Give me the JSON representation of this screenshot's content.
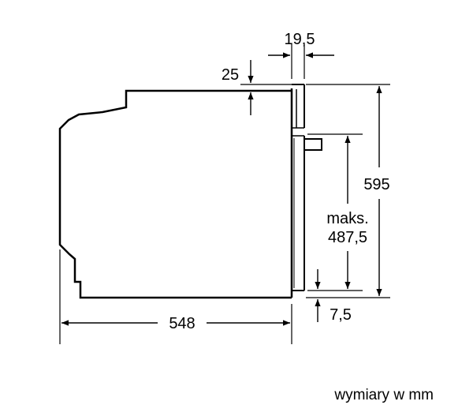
{
  "labels": {
    "width_top": "19,5",
    "top_gap": "25",
    "height_total": "595",
    "max_label": "maks.",
    "max_value": "487,5",
    "bottom_gap": "7,5",
    "depth": "548"
  },
  "caption": "wymiary w mm"
}
